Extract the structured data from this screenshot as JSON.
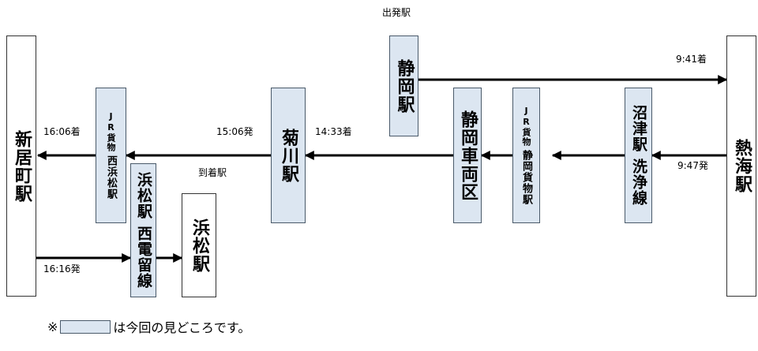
{
  "diagram": {
    "departure_label": "出発駅",
    "arrival_label": "到着駅",
    "stations": {
      "shizuoka": "静岡駅",
      "atami": "熱海駅",
      "numazu": "沼津駅",
      "numazu_sub": "洗浄線",
      "jr_cargo_prefix": "JR貨物",
      "shizuoka_cargo": "静岡貨物駅",
      "shizuoka_depot": "静岡車両区",
      "kikugawa": "菊川駅",
      "nishihamamatsu": "西浜松駅",
      "hamamatsu_west": "浜松駅",
      "hamamatsu_west_sub": "西電留線",
      "hamamatsu": "浜松駅",
      "shinjo": "新居町駅"
    },
    "times": {
      "atami_arr": "9:41着",
      "atami_dep": "9:47発",
      "kikugawa_arr": "14:33着",
      "kikugawa_dep": "15:06発",
      "shinjo_arr": "16:06着",
      "shinjo_dep": "16:16発"
    }
  },
  "legend": {
    "prefix": "※",
    "suffix": "は今回の見どころです。"
  },
  "colors": {
    "highlight_fill": "#dce6f1",
    "line": "#000000"
  }
}
